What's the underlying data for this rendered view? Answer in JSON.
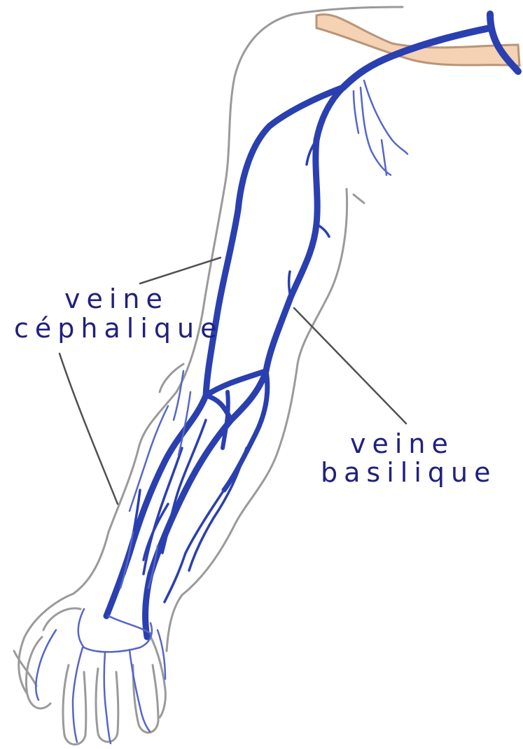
{
  "figure": {
    "labels": {
      "cephalic_line1": "veine",
      "cephalic_line2": "céphalique",
      "basilic_line1": "veine",
      "basilic_line2": "basilique"
    }
  },
  "colors": {
    "vein": "#2a3fb0",
    "vein_light": "#5566c8",
    "outline": "#9a9a9a",
    "skin": "#f5d2b4",
    "skin_outline": "#b99578",
    "label_text": "#20207e",
    "leader": "#505050"
  }
}
